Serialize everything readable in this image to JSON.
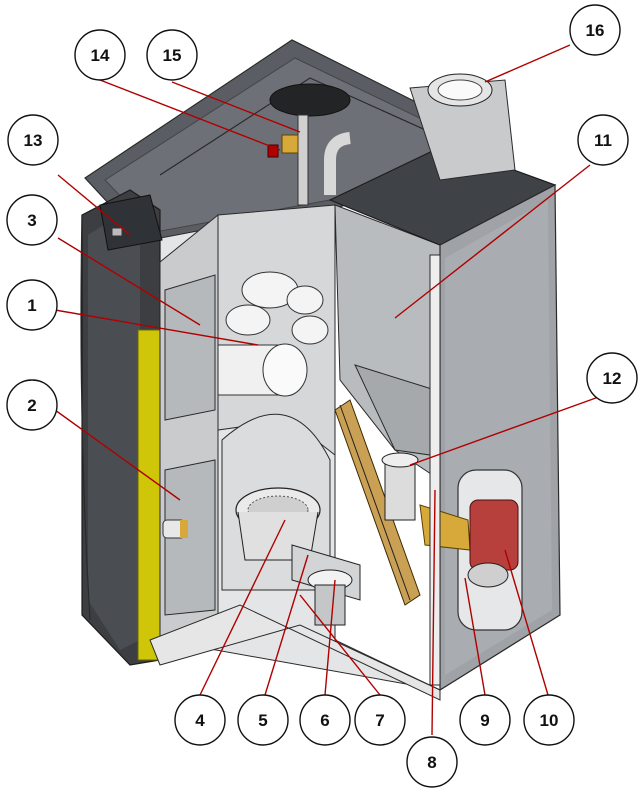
{
  "colors": {
    "casing_dark": "#3c3e42",
    "casing_mid": "#9fa2a6",
    "casing_light": "#c9cbcd",
    "interior": "#e4e5e6",
    "insulation_yellow": "#cfc60a",
    "motor_red": "#b8403c",
    "brass": "#d7a93a",
    "leader_line": "#b00000"
  },
  "callouts": [
    {
      "id": "c1",
      "label": "1"
    },
    {
      "id": "c2",
      "label": "2"
    },
    {
      "id": "c3",
      "label": "3"
    },
    {
      "id": "c4",
      "label": "4"
    },
    {
      "id": "c5",
      "label": "5"
    },
    {
      "id": "c6",
      "label": "6"
    },
    {
      "id": "c7",
      "label": "7"
    },
    {
      "id": "c8",
      "label": "8"
    },
    {
      "id": "c9",
      "label": "9"
    },
    {
      "id": "c10",
      "label": "10"
    },
    {
      "id": "c11",
      "label": "11"
    },
    {
      "id": "c12",
      "label": "12"
    },
    {
      "id": "c13",
      "label": "13"
    },
    {
      "id": "c14",
      "label": "14"
    },
    {
      "id": "c15",
      "label": "15"
    },
    {
      "id": "c16",
      "label": "16"
    }
  ]
}
